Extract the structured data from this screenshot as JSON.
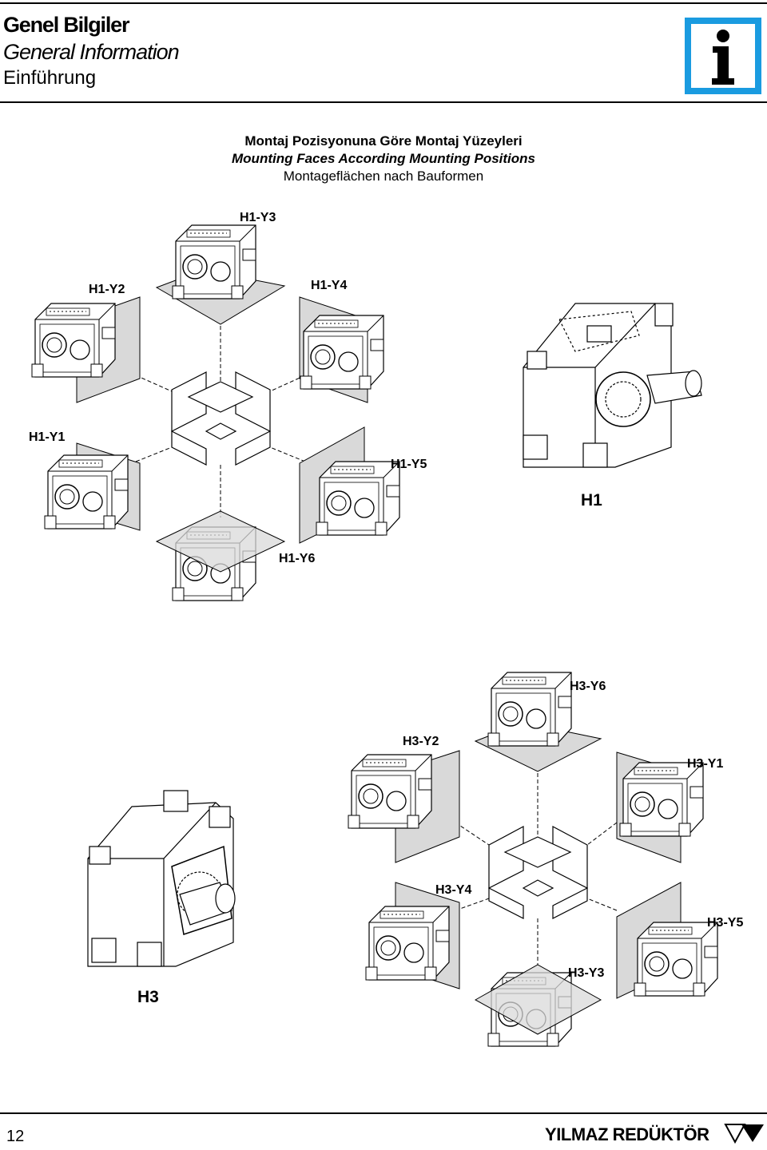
{
  "header": {
    "title_tr": "Genel Bilgiler",
    "title_en": "General Information",
    "title_de": "Einführung",
    "info_icon": "info-icon"
  },
  "section": {
    "title_tr": "Montaj Pozisyonuna Göre Montaj Yüzeyleri",
    "title_en": "Mounting Faces According Mounting Positions",
    "title_de": "Montageflächen nach Bauformen"
  },
  "h1": {
    "label": "H1",
    "positions": {
      "y1": "H1-Y1",
      "y2": "H1-Y2",
      "y3": "H1-Y3",
      "y4": "H1-Y4",
      "y5": "H1-Y5",
      "y6": "H1-Y6"
    }
  },
  "h3": {
    "label": "H3",
    "positions": {
      "y1": "H3-Y1",
      "y2": "H3-Y2",
      "y3": "H3-Y3",
      "y4": "H3-Y4",
      "y5": "H3-Y5",
      "y6": "H3-Y6"
    }
  },
  "footer": {
    "page_number": "12",
    "brand": "YILMAZ REDÜKTÖR"
  },
  "colors": {
    "plane_fill": "#d9d9d9",
    "info_blue": "#1a9be0",
    "line": "#000000"
  }
}
